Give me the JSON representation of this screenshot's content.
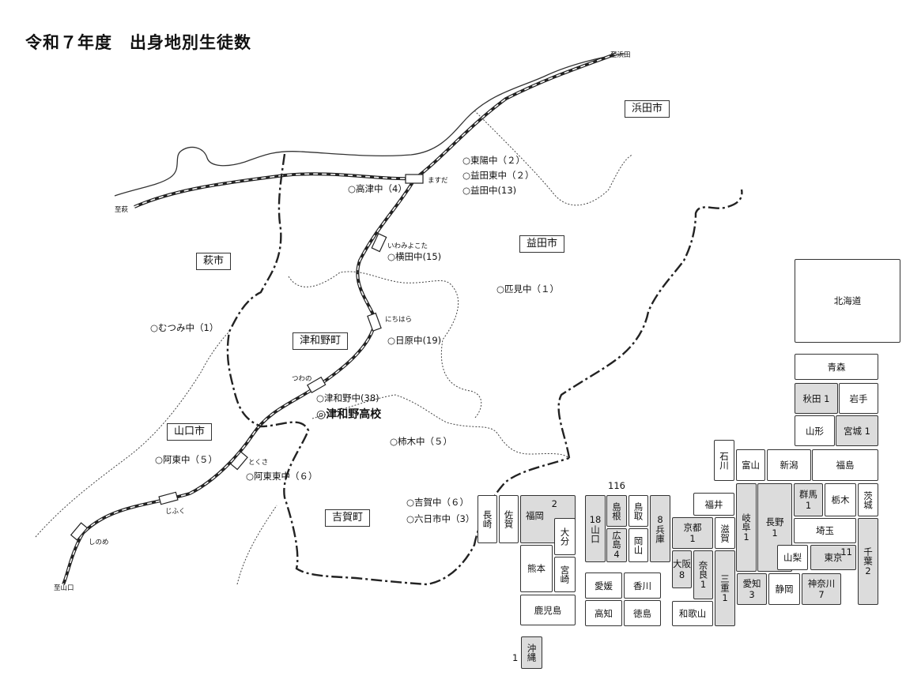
{
  "title": "令和７年度　出身地別生徒数",
  "destinations": {
    "hamada": "至浜田",
    "hagi": "至萩",
    "yamaguchi": "至山口"
  },
  "regions": {
    "hamada_city": "浜田市",
    "masuda_city": "益田市",
    "hagi_city": "萩市",
    "tsuwano_town": "津和野町",
    "yamaguchi_city": "山口市",
    "yoshika_town": "吉賀町"
  },
  "stations": {
    "masuda": "ますだ",
    "iwami_yokota": "いわみよこた",
    "nichihara": "にちはら",
    "tsuwano": "つわの",
    "tokusa": "とくさ",
    "jifuku": "じふく",
    "shinome": "しのめ"
  },
  "schools": {
    "toyo": "○東陽中（２）",
    "masuda_higashi": "○益田東中（２）",
    "masuda": "○益田中(13)",
    "takatsu": "○高津中（4）",
    "yokota": "○横田中(15)",
    "hikimi": "○匹見中（１）",
    "mutsumi": "○むつみ中（1）",
    "nichihara": "○日原中(19)",
    "tsuwano": "○津和野中(38)",
    "tsuwano_high": "◎津和野高校",
    "kakinoki": "○柿木中（５）",
    "ato": "○阿東中（５）",
    "ato_higashi": "○阿東東中（６）",
    "yoshika": "○吉賀中（６）",
    "muikaichi": "○六日市中（3）"
  },
  "prefectures": {
    "hokkaido": "北海道",
    "aomori": "青森",
    "akita": "秋田 1",
    "iwate": "岩手",
    "yamagata": "山形",
    "miyagi": "宮城 1",
    "ishikawa": "石川",
    "toyama": "富山",
    "niigata": "新潟",
    "fukushima": "福島",
    "gunma": "群馬",
    "gunma_n": "1",
    "tochigi": "栃木",
    "ibaraki": "茨城",
    "fukui": "福井",
    "gifu": "岐阜",
    "gifu_n": "1",
    "nagano": "長野",
    "nagano_n": "1",
    "saitama": "埼玉",
    "kyoto": "京都",
    "kyoto_n": "1",
    "shiga": "滋賀",
    "yamanashi": "山梨",
    "tokyo": "東京",
    "tokyo_n": "11",
    "chiba": "千葉",
    "chiba_n": "2",
    "osaka": "大阪",
    "osaka_n": "8",
    "nara": "奈良",
    "nara_n": "1",
    "mie": "三重",
    "mie_n": "1",
    "aichi": "愛知",
    "aichi_n": "3",
    "shizuoka": "静岡",
    "kanagawa": "神奈川",
    "kanagawa_n": "7",
    "wakayama": "和歌山",
    "hyogo_n": "8",
    "hyogo": "兵庫",
    "tottori": "鳥取",
    "okayama": "岡山",
    "shimane": "島根",
    "shimane_n": "116",
    "hiroshima": "広島",
    "hiroshima_n": "4",
    "yamaguchi_n": "18",
    "yamaguchi": "山口",
    "ehime": "愛媛",
    "kagawa": "香川",
    "kochi": "高知",
    "tokushima": "徳島",
    "nagasaki": "長崎",
    "saga": "佐賀",
    "fukuoka": "福岡",
    "fukuoka_n": "2",
    "oita": "大分",
    "kumamoto": "熊本",
    "miyazaki": "宮崎",
    "kagoshima": "鹿児島",
    "okinawa": "沖縄",
    "okinawa_n": "1"
  }
}
